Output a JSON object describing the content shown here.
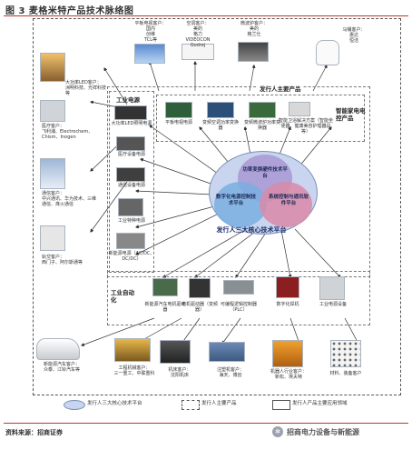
{
  "figure": {
    "title": "图 3 麦格米特产品技术脉络图",
    "source": "资料来源：招商证券",
    "watermark": "招商电力设备与新能源"
  },
  "core": {
    "top": "功率变换硬件技术平台",
    "left": "数字化电源控制技术平台",
    "right": "系统控制与通讯软件平台",
    "band": "发行人三大核心技术平台"
  },
  "sections": {
    "main_products": "发行人主要产品",
    "industrial_power": "工业电源",
    "smart_home": "智能家电电控产品",
    "industrial_automation": "工业自动化"
  },
  "home_customers": [
    {
      "id": "tv",
      "label": "平板电视客户：\n国内\n创维\nTCL等"
    },
    {
      "id": "ac",
      "label": "空调客户：\n美的\n格力\nVIDEOCON\nGodrej"
    },
    {
      "id": "mw",
      "label": "微波炉客户：\n美的\n格兰仕"
    },
    {
      "id": "toilet",
      "label": "马桶客户：\n惠达\n恒洁"
    }
  ],
  "home_products": [
    {
      "id": "tvpower",
      "label": "平板电视电源"
    },
    {
      "id": "acdrive",
      "label": "变频空调功率变换器"
    },
    {
      "id": "mwdrive",
      "label": "变频微波炉功率变换器"
    },
    {
      "id": "toiletctl",
      "label": "智能卫浴解决方案（智能坐便器、健康美容护理器具等）"
    }
  ],
  "power_customers": [
    {
      "id": "led",
      "label": "大功率LED客户：\n洲明科技、光祥科技等"
    },
    {
      "id": "medical",
      "label": "医疗客户：\n飞利浦、Electrochem、Chism、Inogen"
    },
    {
      "id": "telecom",
      "label": "通信客户：\n中兴通讯、华为技术、三维通信、烽火通信"
    },
    {
      "id": "rail",
      "label": "轨交客户：\n西门子、阿尔斯通等"
    }
  ],
  "power_products": [
    {
      "id": "ledpower",
      "label": "大功率LED照明电源"
    },
    {
      "id": "medpower",
      "label": "医疗设备电源"
    },
    {
      "id": "telpower",
      "label": "通信设备电源"
    },
    {
      "id": "railpower",
      "label": "工业特种电源"
    },
    {
      "id": "newenergy",
      "label": "新能源电源（AC/DC、DC/DC）"
    }
  ],
  "automation_products": [
    {
      "id": "evctl",
      "label": "新能源汽车电机驱动器"
    },
    {
      "id": "inverter",
      "label": "电机驱动器（变频器）"
    },
    {
      "id": "plc",
      "label": "可编程逻辑控制器（PLC）"
    },
    {
      "id": "welder",
      "label": "数字化焊机"
    },
    {
      "id": "railctl",
      "label": "工业电源设备"
    }
  ],
  "automation_customers": [
    {
      "id": "car",
      "label": "新能源汽车客户：\n众泰、江铃汽车等"
    },
    {
      "id": "machine",
      "label": "工程机械客户：\n三一重工、中联重科"
    },
    {
      "id": "tool",
      "label": "机床客户：\n沈阳机床"
    },
    {
      "id": "injection",
      "label": "注塑机客户：\n海天、博创"
    },
    {
      "id": "robot",
      "label": "机器人行业客户：\n新松、埃夫特"
    },
    {
      "id": "material",
      "label": "材料、装备客户"
    }
  ],
  "legend": {
    "core": "发行人三大核心技术平台",
    "main": "发行人主要产品",
    "other": "发行人产品主要应用领域"
  }
}
